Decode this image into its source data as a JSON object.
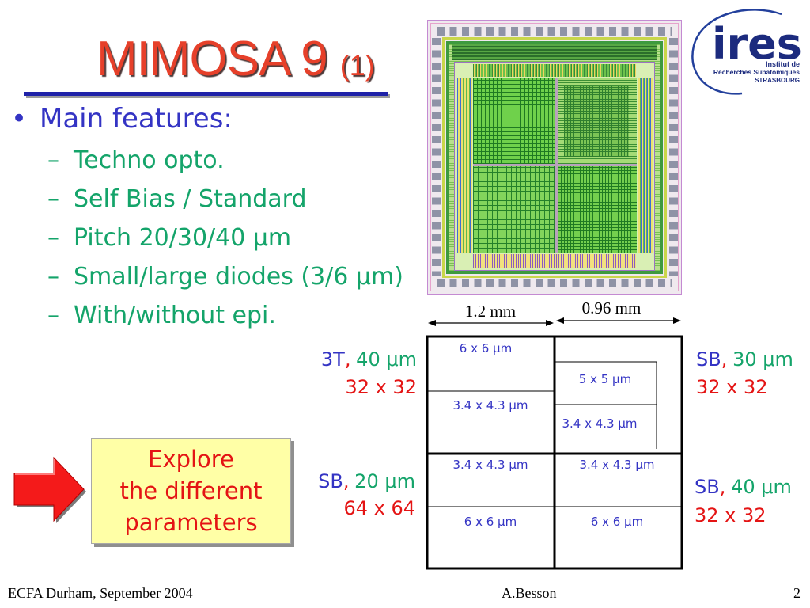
{
  "slide": {
    "title": "MIMOSA 9",
    "title_suffix": "(1)"
  },
  "features": {
    "bullet": "•",
    "heading": "Main features:",
    "dash": "–",
    "items": [
      "Techno opto.",
      "Self Bias / Standard",
      "Pitch 20/30/40 μm",
      "Small/large diodes (3/6 μm)",
      "With/without epi."
    ]
  },
  "logo": {
    "wordmark": "ires",
    "line1": "Institut de",
    "line2": "Recherches Subatomiques",
    "line3": "STRASBOURG"
  },
  "chip_dimensions": {
    "width_left": "1.2 mm",
    "width_right": "0.96 mm"
  },
  "matrix": {
    "top_left": [
      "6 x 6 μm",
      "3.4 x 4.3 μm"
    ],
    "top_right": [
      "5 x 5 μm",
      "3.4 x 4.3 μm"
    ],
    "bottom_left": [
      "3.4 x 4.3 μm",
      "6 x 6 μm"
    ],
    "bottom_right": [
      "3.4 x 4.3 μm",
      "6 x 6 μm"
    ]
  },
  "submatrix_labels": {
    "top_left": {
      "type": "3T",
      "separator": ",",
      "pitch": "40 μm",
      "size": "32 x 32"
    },
    "top_right": {
      "type": "SB",
      "separator": ",",
      "pitch": "30 μm",
      "size": "32 x 32"
    },
    "bottom_left": {
      "type": "SB",
      "separator": ",",
      "pitch": "20 μm",
      "size": "64 x 64"
    },
    "bottom_right": {
      "type": "SB",
      "separator": ",",
      "pitch": "40 μm",
      "size": "32 x 32"
    }
  },
  "callout": {
    "lines": [
      "Explore",
      "the different",
      "parameters"
    ]
  },
  "footer": {
    "event": "ECFA Durham, September 2004",
    "author": "A.Besson",
    "page_number": "2"
  },
  "icons": {
    "callout_arrow": "right-arrow-icon",
    "list_bullet": "bullet-icon",
    "list_dash": "dash-icon"
  },
  "colors": {
    "title_red": "#e6402a",
    "rule_blue": "#1f22a8",
    "blue": "#3434c4",
    "green": "#14a46a",
    "red": "#e41414",
    "callout_yellow": "#ffffa6"
  }
}
